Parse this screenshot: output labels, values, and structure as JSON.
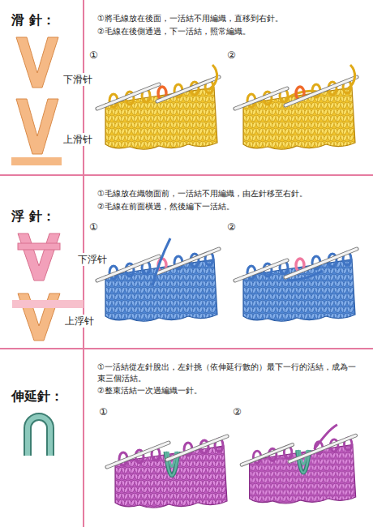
{
  "diagram": {
    "labels": [
      "滑 針：",
      "下滑针",
      "上滑针",
      "①將毛線放在後面，一活結不用編織，直移到右針。",
      "②毛線在後側通過，下一活結，照常編織。",
      "①",
      "②",
      "浮 針：",
      "下浮针",
      "上浮针",
      "①毛線放在織物面前，一活結不用編織，由左針移至右針。",
      "②毛線在前面橫過，然後編下一活結。",
      "①",
      "②",
      "伸延針：",
      "①一活結從左針脫出，左針挑（依伸延行數的）最下一行的活結，成為一束三個活結。",
      "②整束活結一次過編織一針。",
      "①",
      "②"
    ]
  }
}
